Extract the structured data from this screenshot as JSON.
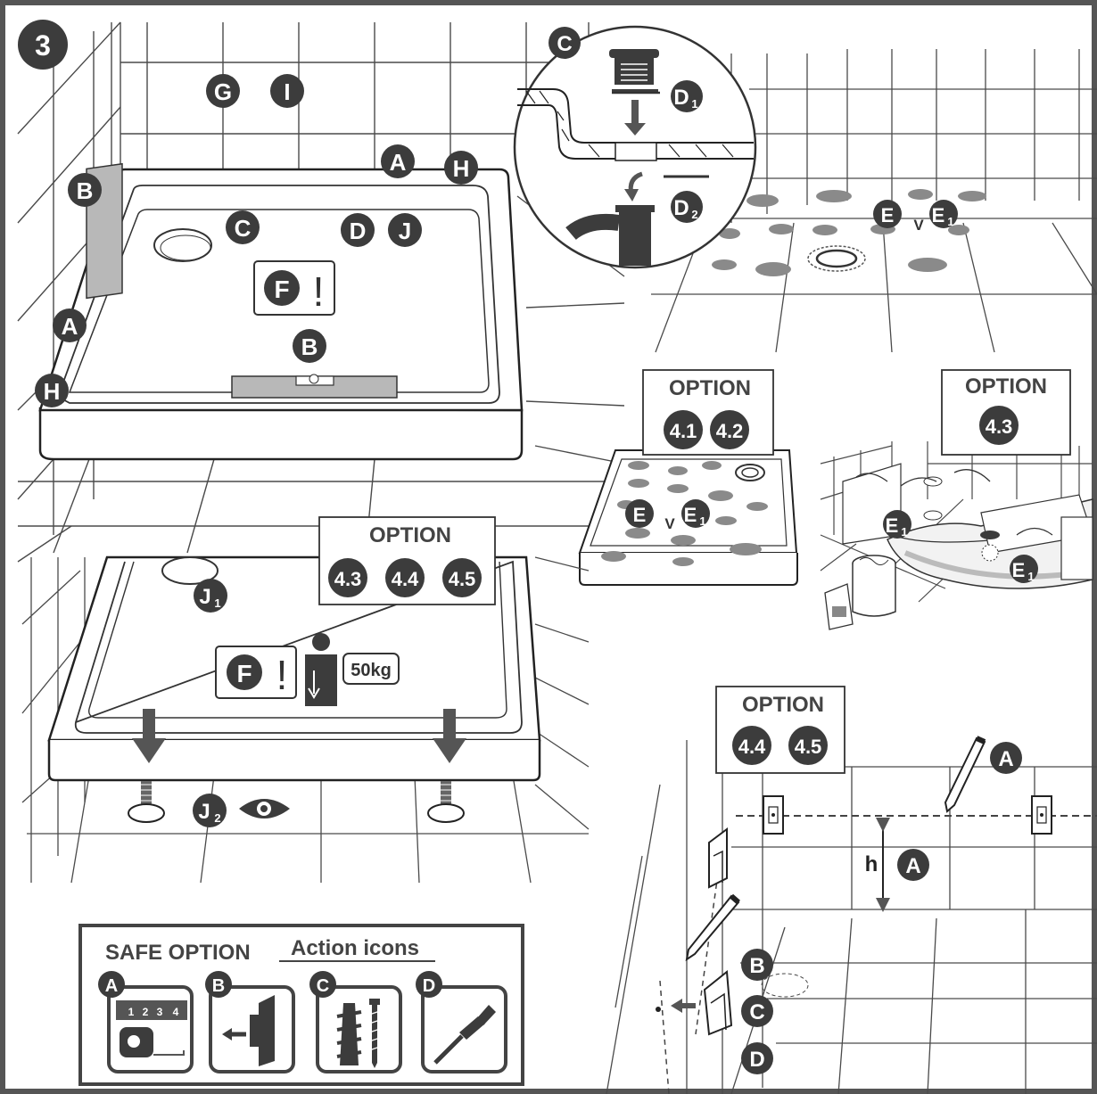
{
  "step_number": "3",
  "colors": {
    "badge": "#3c3c3c",
    "tile_line": "#4a4a4a",
    "tray": "#ffffff",
    "foot_pad": "#888888",
    "label_bar": "#b8b8b8"
  },
  "tray_top": {
    "labels": {
      "G": "G",
      "I": "I",
      "A": "A",
      "H": "H",
      "B_wall": "B",
      "C": "C",
      "D": "D",
      "J": "J",
      "A_side": "A",
      "H_side": "H",
      "B_center": "B"
    },
    "warning_letter": "F",
    "warning_mark": "!"
  },
  "drain_detail": {
    "label_c": "C",
    "d1": {
      "letter": "D",
      "sub": "1"
    },
    "d2": {
      "letter": "D",
      "sub": "2"
    }
  },
  "floor_adhesive": {
    "e": "E",
    "or": "V",
    "e1": {
      "letter": "E",
      "sub": "1"
    }
  },
  "option_41_42": {
    "title": "OPTION",
    "badges": [
      "4.1",
      "4.2"
    ],
    "e": "E",
    "or": "V",
    "e1": {
      "letter": "E",
      "sub": "1"
    }
  },
  "option_43_scene": {
    "title": "OPTION",
    "badge": "4.3",
    "e1a": {
      "letter": "E",
      "sub": "1"
    },
    "e1b": {
      "letter": "E",
      "sub": "1"
    }
  },
  "tray_underside": {
    "option_title": "OPTION",
    "badges": [
      "4.3",
      "4.4",
      "4.5"
    ],
    "j1": {
      "letter": "J",
      "sub": "1"
    },
    "j2": {
      "letter": "J",
      "sub": "2"
    },
    "warning_letter": "F",
    "warning_mark": "!",
    "load_label": "50kg"
  },
  "option_44_45_wall": {
    "title": "OPTION",
    "badges": [
      "4.4",
      "4.5"
    ],
    "a_top": "A",
    "h_label": "h",
    "a_mid": "A",
    "b": "B",
    "c": "C",
    "d": "D"
  },
  "safe_option": {
    "title": "SAFE OPTION",
    "subtitle": "Action icons",
    "icons": [
      {
        "letter": "A",
        "icon": "tape-measure-icon",
        "ruler_digits": [
          "1",
          "2",
          "3",
          "4"
        ]
      },
      {
        "letter": "B",
        "icon": "wall-bracket-icon"
      },
      {
        "letter": "C",
        "icon": "plug-and-screw-icon"
      },
      {
        "letter": "D",
        "icon": "screwdriver-icon"
      }
    ]
  }
}
